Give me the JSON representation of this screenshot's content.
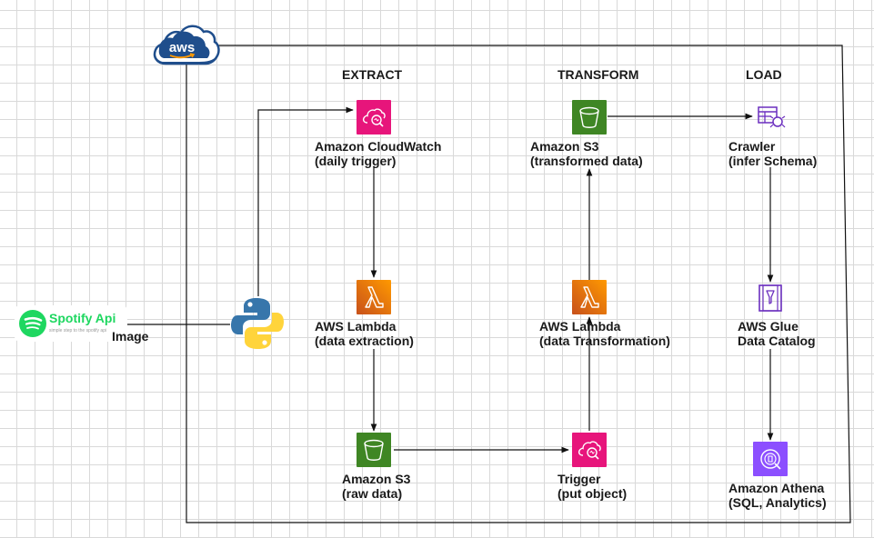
{
  "headers": {
    "extract": "EXTRACT",
    "transform": "TRANSFORM",
    "load": "LOAD"
  },
  "source": {
    "title": "Spotify Api",
    "subtitle": "simple step to the spotify api",
    "image_label": "Image"
  },
  "nodes": {
    "cloudwatch": {
      "line1": "Amazon CloudWatch",
      "line2": "(daily trigger)"
    },
    "lambda_extract": {
      "line1": "AWS Lambda",
      "line2": "(data extraction)"
    },
    "s3_raw": {
      "line1": "Amazon S3",
      "line2": "(raw data)"
    },
    "trigger": {
      "line1": "Trigger",
      "line2": "(put object)"
    },
    "lambda_transform": {
      "line1": "AWS Lambda",
      "line2": "(data Transformation)"
    },
    "s3_transformed": {
      "line1": "Amazon S3",
      "line2": "(transformed data)"
    },
    "crawler": {
      "line1": "Crawler",
      "line2": "(infer Schema)"
    },
    "glue": {
      "line1": "AWS Glue",
      "line2": "Data Catalog"
    },
    "athena": {
      "line1": "Amazon Athena",
      "line2": "(SQL, Analytics)"
    }
  },
  "colors": {
    "management_pink": "#e7157b",
    "compute_orange": "#ed7100",
    "storage_green": "#3f8624",
    "analytics_purple": "#8c4fff",
    "aws_navy": "#232f3e",
    "aws_cloud_blue": "#1f4e8c",
    "spotify_green": "#1ed760",
    "python_blue": "#3776ab",
    "python_yellow": "#ffd43b"
  },
  "icons": {
    "aws": "aws-cloud-icon",
    "python": "python-icon",
    "spotify": "spotify-icon",
    "cloudwatch": "cloudwatch-icon",
    "lambda": "lambda-icon",
    "s3": "s3-bucket-icon",
    "crawler": "glue-crawler-icon",
    "glue": "glue-data-catalog-icon",
    "athena": "athena-icon"
  }
}
